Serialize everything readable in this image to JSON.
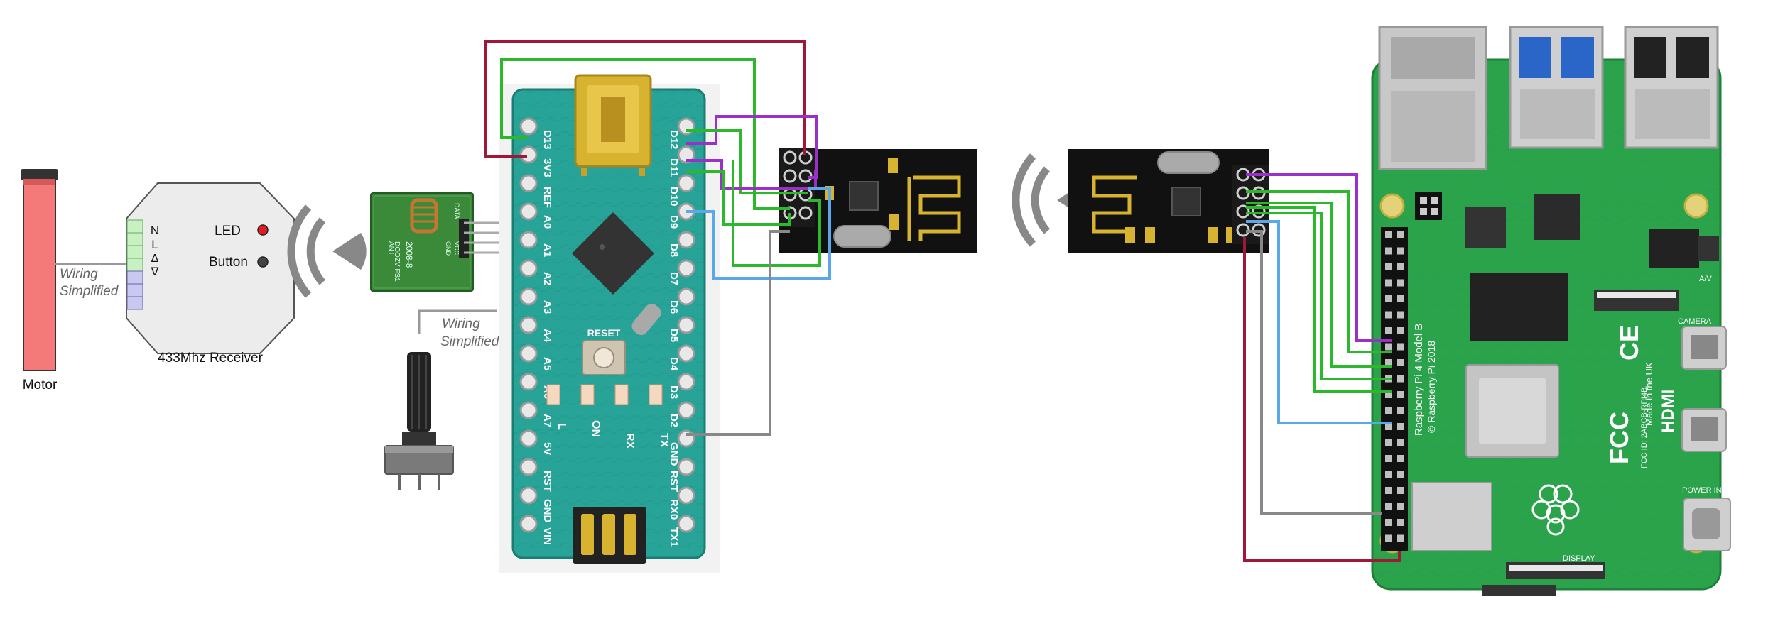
{
  "motor": {
    "label": "Motor",
    "fill": "#f47a7a",
    "cap": "#333333"
  },
  "annotations": {
    "wiring_line1": "Wiring",
    "wiring_line2": "Simplified"
  },
  "receiver": {
    "title": "433Mhz Receiver",
    "terminals": [
      "N",
      "L",
      "Δ",
      "∇"
    ],
    "led_label": "LED",
    "button_label": "Button",
    "led_color": "#e01b24",
    "button_color": "#444444"
  },
  "rf_module": {
    "markings": [
      "ANT",
      "2008-8",
      "DOOZV FS1",
      "DATA",
      "VCC",
      "GND"
    ]
  },
  "arduino": {
    "left_pins": [
      "D13",
      "3V3",
      "REF",
      "A0",
      "A1",
      "A2",
      "A3",
      "A4",
      "A5",
      "A6",
      "A7",
      "5V",
      "RST",
      "GND",
      "VIN"
    ],
    "right_pins": [
      "D12",
      "D11",
      "D10",
      "D9",
      "D8",
      "D7",
      "D6",
      "D5",
      "D4",
      "D3",
      "D2",
      "GND",
      "RST",
      "RX0",
      "TX1"
    ],
    "reset_label": "RESET",
    "led_labels": [
      "L",
      "ON",
      "RX",
      "TX"
    ],
    "board_color": "#27a398"
  },
  "raspberry_pi": {
    "model_text": "Raspberry Pi 4 Model B",
    "copyright_text": "© Raspberry Pi 2018",
    "fcc_text": "FCC",
    "ce_text": "CE",
    "made_text": "Made in the UK",
    "hdmi_text": "HDMI",
    "camera_text": "CAMERA",
    "display_text": "DISPLAY",
    "av_text": "A/V",
    "power_text": "POWER IN",
    "board_color": "#2aa34a",
    "fcc_id": "FCC ID: 2ABCB-RPI4B"
  },
  "wires": {
    "red": "#a01838",
    "green": "#2bb82b",
    "purple": "#9b30c8",
    "blue": "#5aa8ea",
    "gray": "#888888"
  }
}
